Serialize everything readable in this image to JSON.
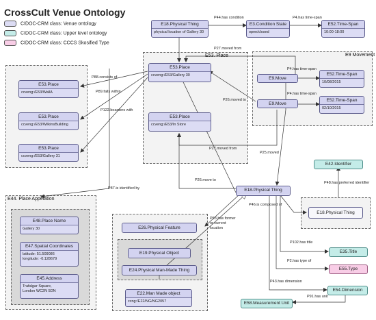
{
  "title": "CrossCult Venue Ontology",
  "legend": [
    {
      "label": "CIDOC-CRM class: Venue ontology",
      "color": "#dcdcf4"
    },
    {
      "label": "CIDOC-CRM class: Upper level ontology",
      "color": "#c4ece8"
    },
    {
      "label": "CIDOC-CRM class: CCCS Skosified Type",
      "color": "#f8cde6"
    }
  ],
  "groups": {
    "e53_place": "E53. Place",
    "e9_movement": "E9 Movement",
    "e44_place_appellation": "E44. Place Appelation"
  },
  "nodes": {
    "e18_top": {
      "name": "E18.Physical Thing",
      "value": "physical location of Gallery 30"
    },
    "e3": {
      "name": "E3.Condition State",
      "value": "open/closed"
    },
    "e52_top": {
      "name": "E52.Time-Span",
      "value": "10:00-18:00"
    },
    "place_wall": {
      "name": "E53.Place",
      "value": "ccveng:/E53/WallA"
    },
    "place_wilkins": {
      "name": "E53.Place",
      "value": "ccveng:/E53/WilkinsBuilding"
    },
    "place_g31": {
      "name": "E53.Place",
      "value": "ccveng:/E53/Gallery 31"
    },
    "place_g30": {
      "name": "E53.Place",
      "value": "ccveng:/E53/Gallery 30"
    },
    "place_instore": {
      "name": "E53.Place",
      "value": "ccveng:/E53/In Store"
    },
    "move1": {
      "name": "E9.Move"
    },
    "move2": {
      "name": "E9.Move"
    },
    "ts1": {
      "name": "E52.Time-Span",
      "value": "10/08/2015"
    },
    "ts2": {
      "name": "E52.Time-Span",
      "value": "02/10/2015"
    },
    "e42": {
      "name": "E42.Identifier"
    },
    "e18_mid": {
      "name": "E18.Physical Thing"
    },
    "e18_right": {
      "name": "E18.Physical Thing"
    },
    "e48": {
      "name": "E48.Place Name",
      "value": "Gallery 30"
    },
    "e47": {
      "name": "E47.Spatial Coordinates",
      "value": "latitude: 51.509086\nlongitude: -0.128679"
    },
    "e45": {
      "name": "E45.Address",
      "value": "Trafalgar Square,\nLondon WC2N 5DN"
    },
    "e26": {
      "name": "E26.Physical Feature"
    },
    "e19": {
      "name": "E19.Physical Object"
    },
    "e24": {
      "name": "E24.Physical Man-Made Thing"
    },
    "e22": {
      "name": "E22.Man Made object",
      "value": "ccng:/E22/NG/NG2057"
    },
    "e35": {
      "name": "E35.Title"
    },
    "e55": {
      "name": "E55.Type"
    },
    "e54": {
      "name": "E54.Dimension"
    },
    "e58": {
      "name": "E58.Measurement Unit"
    }
  },
  "edges": {
    "p44": "P44.has condition",
    "p4_top": "P4.has time-span",
    "p27_moved_from_top": "P27.moved from",
    "p88": "P88.consists of",
    "p89": "P89.falls within",
    "p122": "P122.boarders with",
    "p26_moved_to_top": "P26.moved to",
    "p4_move1": "P4.has time-span",
    "p4_move2": "P4.has time-span",
    "p27_moved_from_mid": "P27.moved from",
    "p25": "P25.moved",
    "p87": "P87.is identified by",
    "p26_move_to": "P26.move to",
    "p48": "P48.has preferred identifier",
    "p46": "P46.is composed of",
    "p53": "P53.has former\nor current\nlocation",
    "p102": "P102.has title",
    "p2": "P2.has type of",
    "p43": "P43.has dimension",
    "p91": "P91.has unit"
  }
}
